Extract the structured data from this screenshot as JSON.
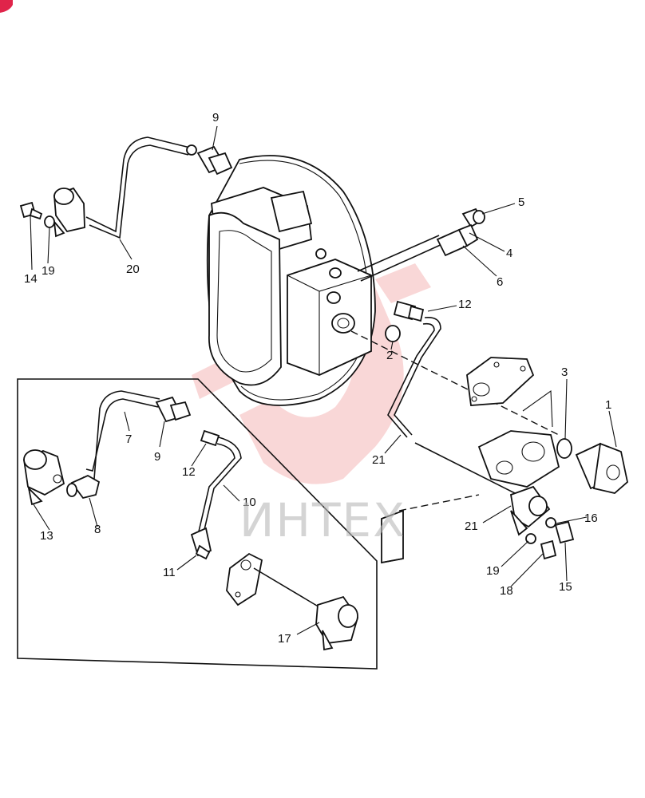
{
  "watermark": {
    "text": "ИНТЕХ",
    "color": "#e24b4b"
  },
  "callouts": [
    {
      "id": "c-9a",
      "label": "9"
    },
    {
      "id": "c-5",
      "label": "5"
    },
    {
      "id": "c-4",
      "label": "4"
    },
    {
      "id": "c-6",
      "label": "6"
    },
    {
      "id": "c-14",
      "label": "14"
    },
    {
      "id": "c-19a",
      "label": "19"
    },
    {
      "id": "c-20",
      "label": "20"
    },
    {
      "id": "c-12a",
      "label": "12"
    },
    {
      "id": "c-2",
      "label": "2"
    },
    {
      "id": "c-3",
      "label": "3"
    },
    {
      "id": "c-1",
      "label": "1"
    },
    {
      "id": "c-7",
      "label": "7"
    },
    {
      "id": "c-9b",
      "label": "9"
    },
    {
      "id": "c-12b",
      "label": "12"
    },
    {
      "id": "c-21a",
      "label": "21"
    },
    {
      "id": "c-13",
      "label": "13"
    },
    {
      "id": "c-8",
      "label": "8"
    },
    {
      "id": "c-10",
      "label": "10"
    },
    {
      "id": "c-21b",
      "label": "21"
    },
    {
      "id": "c-16",
      "label": "16"
    },
    {
      "id": "c-11",
      "label": "11"
    },
    {
      "id": "c-19b",
      "label": "19"
    },
    {
      "id": "c-18",
      "label": "18"
    },
    {
      "id": "c-15",
      "label": "15"
    },
    {
      "id": "c-17",
      "label": "17"
    }
  ]
}
